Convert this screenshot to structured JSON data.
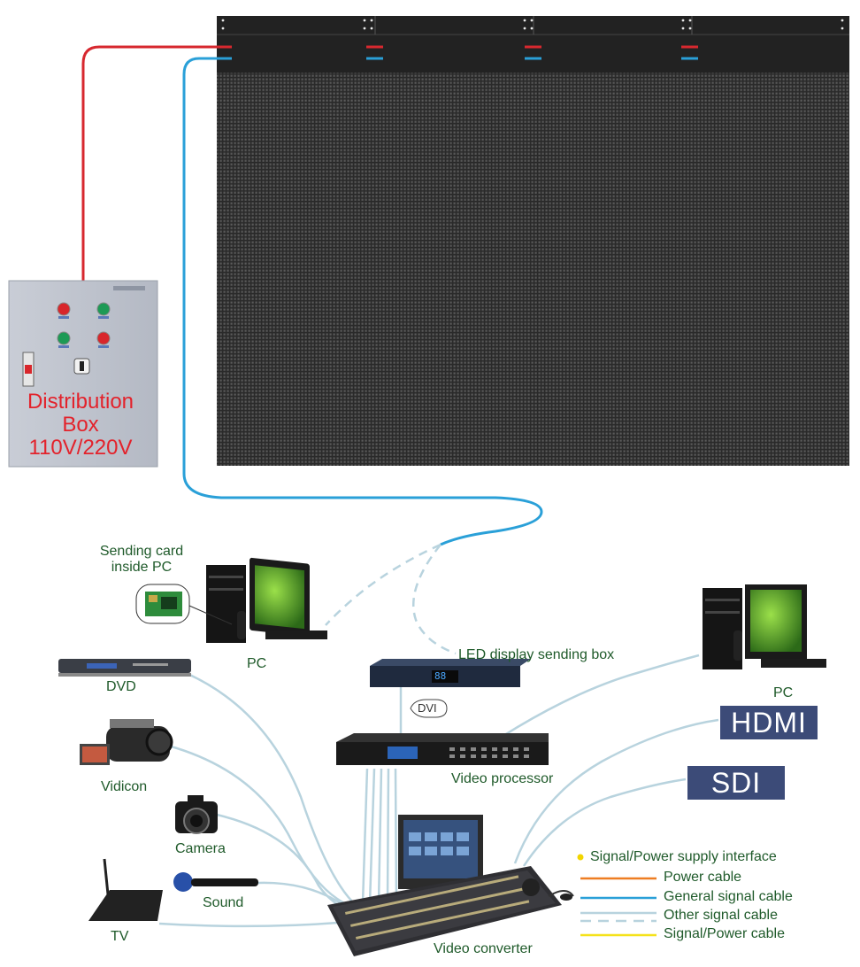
{
  "distribution_box": {
    "line1": "Distribution",
    "line2": "Box",
    "line3": "110V/220V"
  },
  "labels": {
    "sending_card": "Sending card\ninside PC",
    "pc_left": "PC",
    "pc_right": "PC",
    "dvd": "DVD",
    "vidicon": "Vidicon",
    "camera": "Camera",
    "sound": "Sound",
    "tv": "TV",
    "sending_box": "LED display sending box",
    "dvi": "DVI",
    "video_processor": "Video processor",
    "video_converter": "Video converter",
    "hdmi": "HDMI",
    "sdi": "SDI",
    "sending_box_display": "88"
  },
  "legend": {
    "interface": "Signal/Power supply interface",
    "power": "Power cable",
    "general": "General signal cable",
    "other": "Other signal cable",
    "signal_power": "Signal/Power cable"
  },
  "colors": {
    "power_cable": "#d7282f",
    "general_signal": "#2aa0d8",
    "other_signal": "#b8d3de",
    "legend_power": "#ee7d22",
    "legend_signal_power": "#f5e21a",
    "interface_dot": "#f2d500",
    "distribution_text": "#e3222b",
    "label_green": "#1f5a2a",
    "badge_bg": "#3c4b78"
  }
}
